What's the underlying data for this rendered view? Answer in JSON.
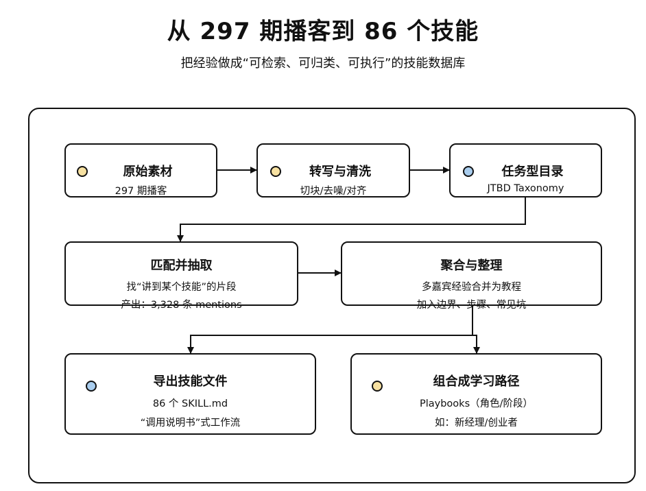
{
  "header": {
    "title": "从 297 期播客到 86 个技能",
    "subtitle": "把经验做成“可检索、可归类、可执行”的技能数据库"
  },
  "colors": {
    "yellow_dot": "#f7e1a1",
    "blue_dot": "#a9cdee",
    "stroke": "#111111"
  },
  "nodes": {
    "raw": {
      "title": "原始素材",
      "lines": [
        "297 期播客"
      ],
      "dot": "yellow-dot"
    },
    "clean": {
      "title": "转写与清洗",
      "lines": [
        "切块/去噪/对齐"
      ],
      "dot": "yellow-dot"
    },
    "taxonomy": {
      "title": "任务型目录",
      "lines": [
        "JTBD Taxonomy"
      ],
      "dot": "blue-dot"
    },
    "extract": {
      "title": "匹配并抽取",
      "lines": [
        "找“讲到某个技能”的片段",
        "产出：3,328 条 mentions"
      ]
    },
    "aggregate": {
      "title": "聚合与整理",
      "lines": [
        "多嘉宾经验合并为教程",
        "加入边界、步骤、常见坑"
      ]
    },
    "export": {
      "title": "导出技能文件",
      "lines": [
        "86 个 SKILL.md",
        "“调用说明书”式工作流"
      ],
      "dot": "blue-dot"
    },
    "compose": {
      "title": "组合成学习路径",
      "lines": [
        "Playbooks（角色/阶段）",
        "如：新经理/创业者"
      ],
      "dot": "yellow-dot"
    }
  }
}
